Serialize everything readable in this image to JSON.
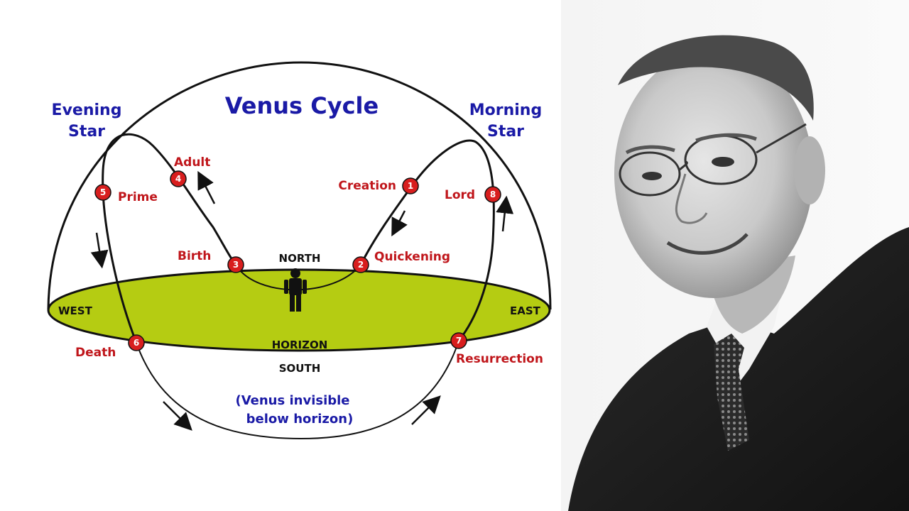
{
  "diagram": {
    "title": "Venus Cycle",
    "evening_star": [
      "Evening",
      "Star"
    ],
    "morning_star": [
      "Morning",
      "Star"
    ],
    "directions": {
      "north": "NORTH",
      "south": "SOUTH",
      "east": "EAST",
      "west": "WEST",
      "horizon": "HORIZON"
    },
    "note": [
      "(Venus invisible",
      "below horizon)"
    ],
    "stages": [
      {
        "num": "1",
        "label": "Creation"
      },
      {
        "num": "2",
        "label": "Quickening"
      },
      {
        "num": "3",
        "label": "Birth"
      },
      {
        "num": "4",
        "label": "Adult"
      },
      {
        "num": "5",
        "label": "Prime"
      },
      {
        "num": "6",
        "label": "Death"
      },
      {
        "num": "7",
        "label": "Resurrection"
      },
      {
        "num": "8",
        "label": "Lord"
      }
    ],
    "colors": {
      "title": "#1a1aa6",
      "stage_label": "#c0161b",
      "marker_fill": "#d81e1e",
      "horizon_fill": "#b5cc12",
      "line": "#111111"
    }
  },
  "photo": {
    "description_icon": "portrait-photo",
    "style": "black-and-white"
  }
}
